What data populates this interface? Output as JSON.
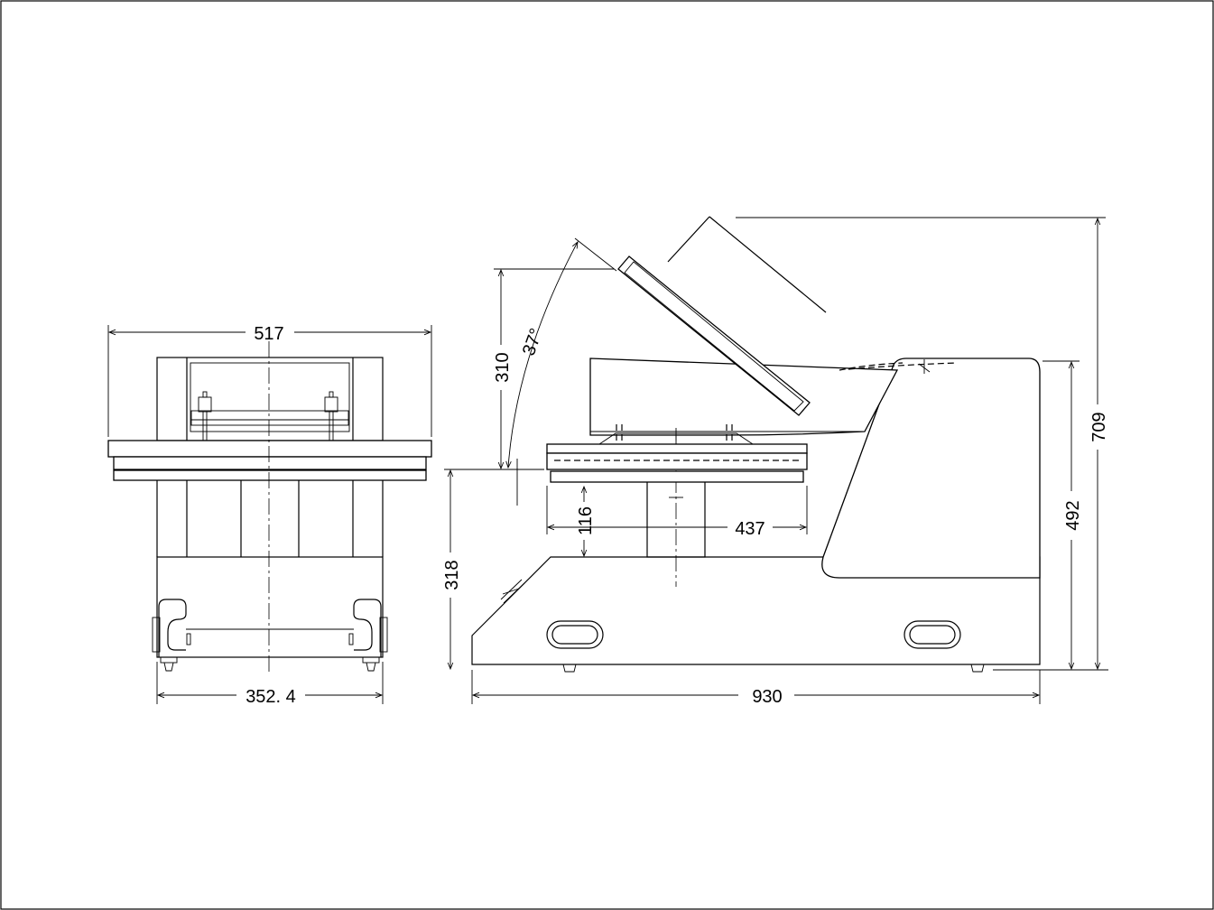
{
  "dimensions": {
    "front_width_top": "517",
    "front_width_base": "352. 4",
    "side_length": "930",
    "total_height": "709",
    "body_height": "492",
    "base_height": "318",
    "lift_height": "310",
    "open_angle": "37°",
    "platen_gap": "116",
    "platen_width": "437"
  }
}
